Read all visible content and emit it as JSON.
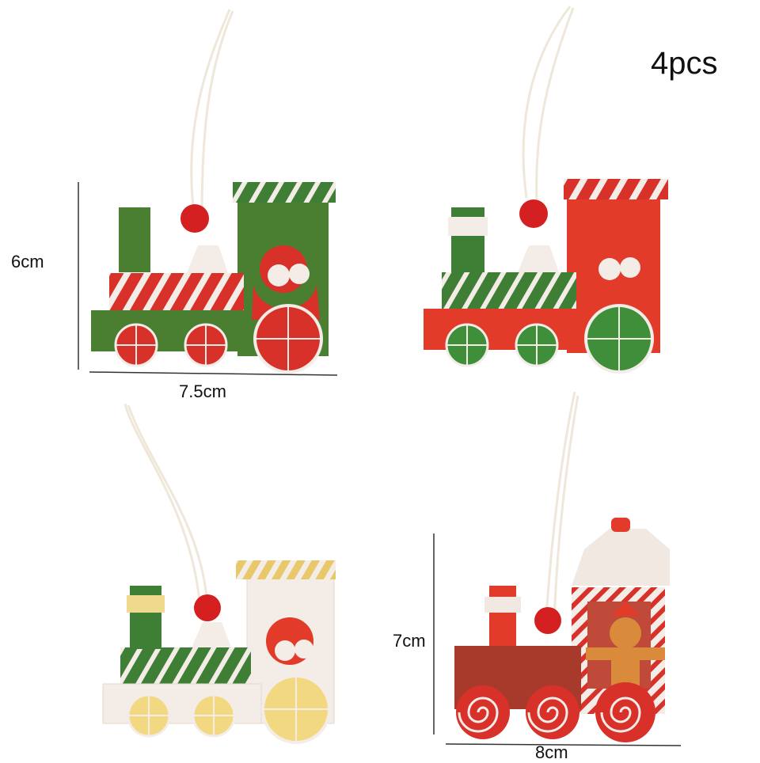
{
  "labels": {
    "count": "4pcs",
    "height_first": "6cm",
    "width_first": "7.5cm",
    "height_last": "7cm",
    "width_last": "8cm"
  },
  "ornaments": [
    {
      "name": "green-train",
      "body": "#4a7f32",
      "stripe_band": "#d8312a",
      "cab": "#4a7f32",
      "wheel": "#d8312a",
      "figure": "santa"
    },
    {
      "name": "red-train",
      "body": "#e23b2a",
      "stripe_band": "#3f7f35",
      "cab": "#e23b2a",
      "wheel": "#3f8f3a",
      "figure": "santa"
    },
    {
      "name": "white-train",
      "body": "#f4ece6",
      "stripe_band": "#3f7f35",
      "cab": "#f4ece6",
      "wheel": "#f2d880",
      "figure": "santa"
    },
    {
      "name": "candy-train",
      "body": "#a83a2c",
      "stripe_band": "#a83a2c",
      "cab": "#f2e8e2",
      "wheel": "#d8312a",
      "figure": "gingerbread"
    }
  ],
  "colors": {
    "bead": "#d42020",
    "string": "#efe7da",
    "ruler": "#333333"
  }
}
